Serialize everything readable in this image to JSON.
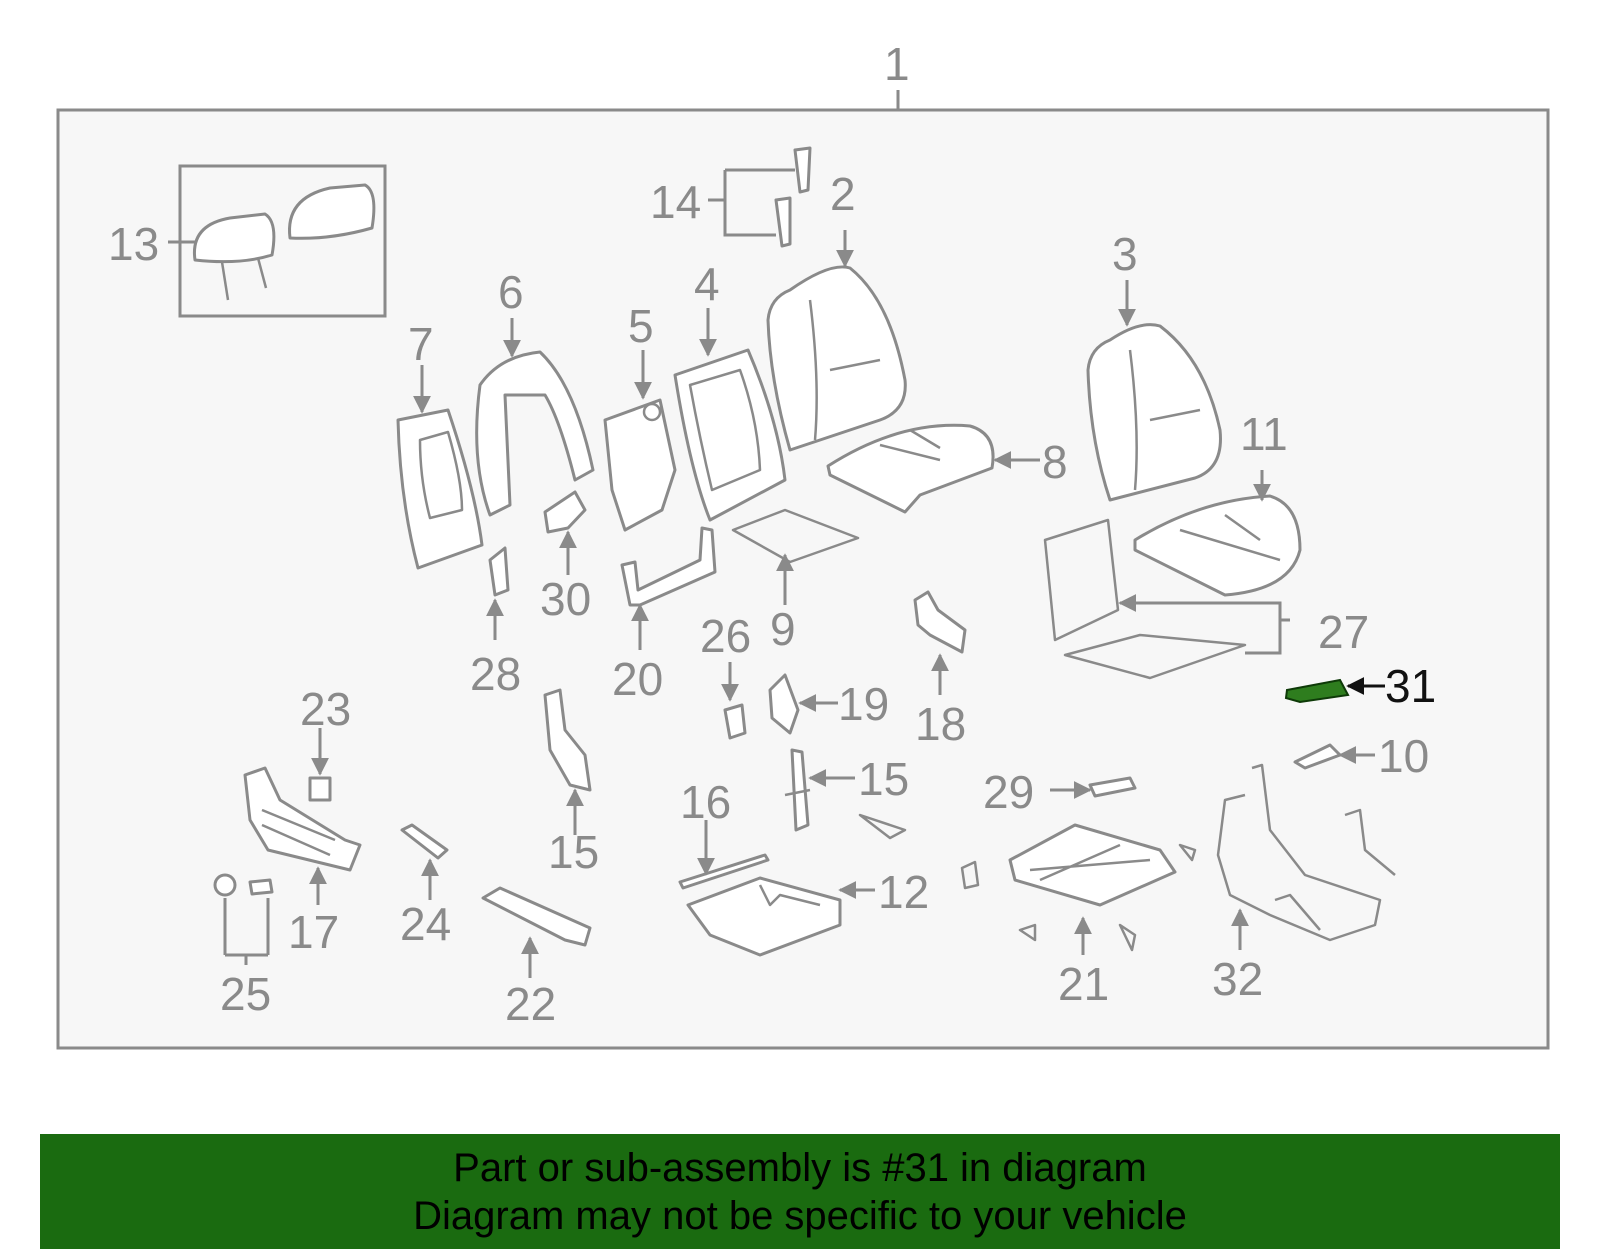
{
  "diagram": {
    "assembly_label": "1",
    "highlighted_part": "31",
    "highlight_color": "#2e7d1e",
    "labels": [
      "2",
      "3",
      "4",
      "5",
      "6",
      "7",
      "8",
      "9",
      "10",
      "11",
      "12",
      "13",
      "14",
      "15",
      "15",
      "16",
      "17",
      "18",
      "19",
      "20",
      "21",
      "22",
      "23",
      "24",
      "25",
      "26",
      "27",
      "28",
      "29",
      "30",
      "31",
      "32"
    ]
  },
  "banner": {
    "background": "#1a6b10",
    "line1": "Part or sub-assembly is #31 in diagram",
    "line2": "Diagram may not be specific to your vehicle"
  }
}
